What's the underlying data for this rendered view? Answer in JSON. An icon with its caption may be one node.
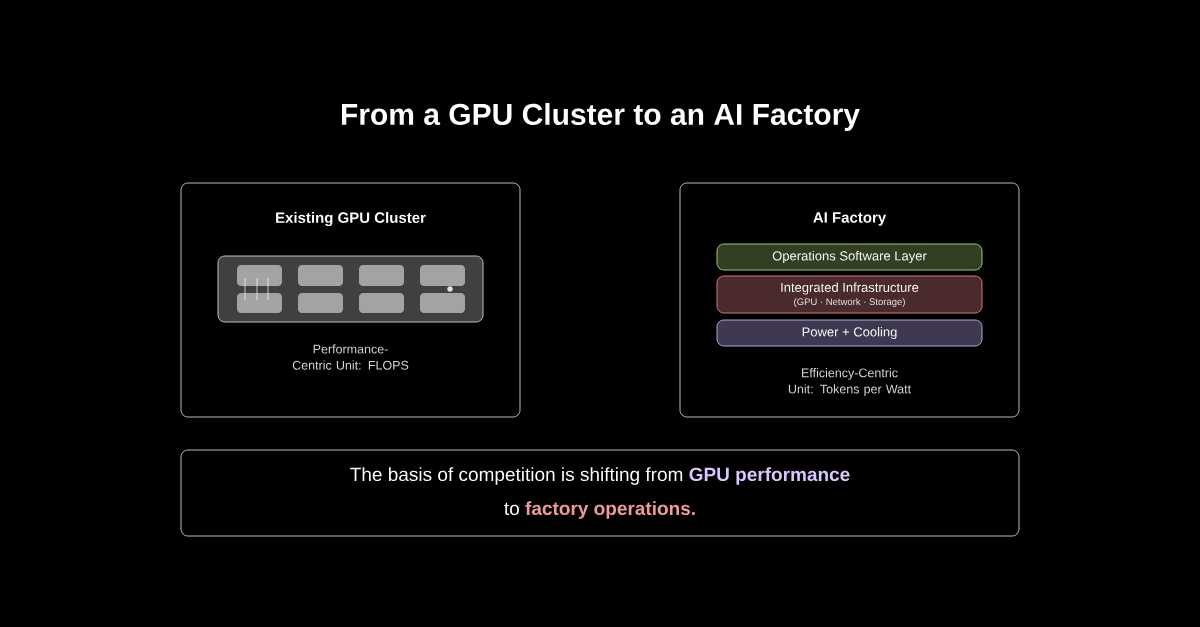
{
  "diagram": {
    "title": "From a GPU Cluster to an AI Factory",
    "nodes": [
      {
        "text": [
          "Existing GPU Cluster",
          "Performance-Centric Unit: FLOPS"
        ]
      },
      {
        "text": [
          "AI Factory",
          "Efficiency-Centric Unit: Tokens per Watt"
        ]
      },
      {
        "text": [
          "Operations Software Layer"
        ],
        "in": 1
      },
      {
        "text": [
          "Integrated Infrastructure",
          "(GPU · Network · Storage)"
        ],
        "in": 1
      },
      {
        "text": [
          "Power + Cooling"
        ],
        "in": 1
      },
      {
        "text": [
          "The basis of competition is shifting from",
          "GPU performance",
          "to",
          "factory operations."
        ]
      }
    ]
  }
}
